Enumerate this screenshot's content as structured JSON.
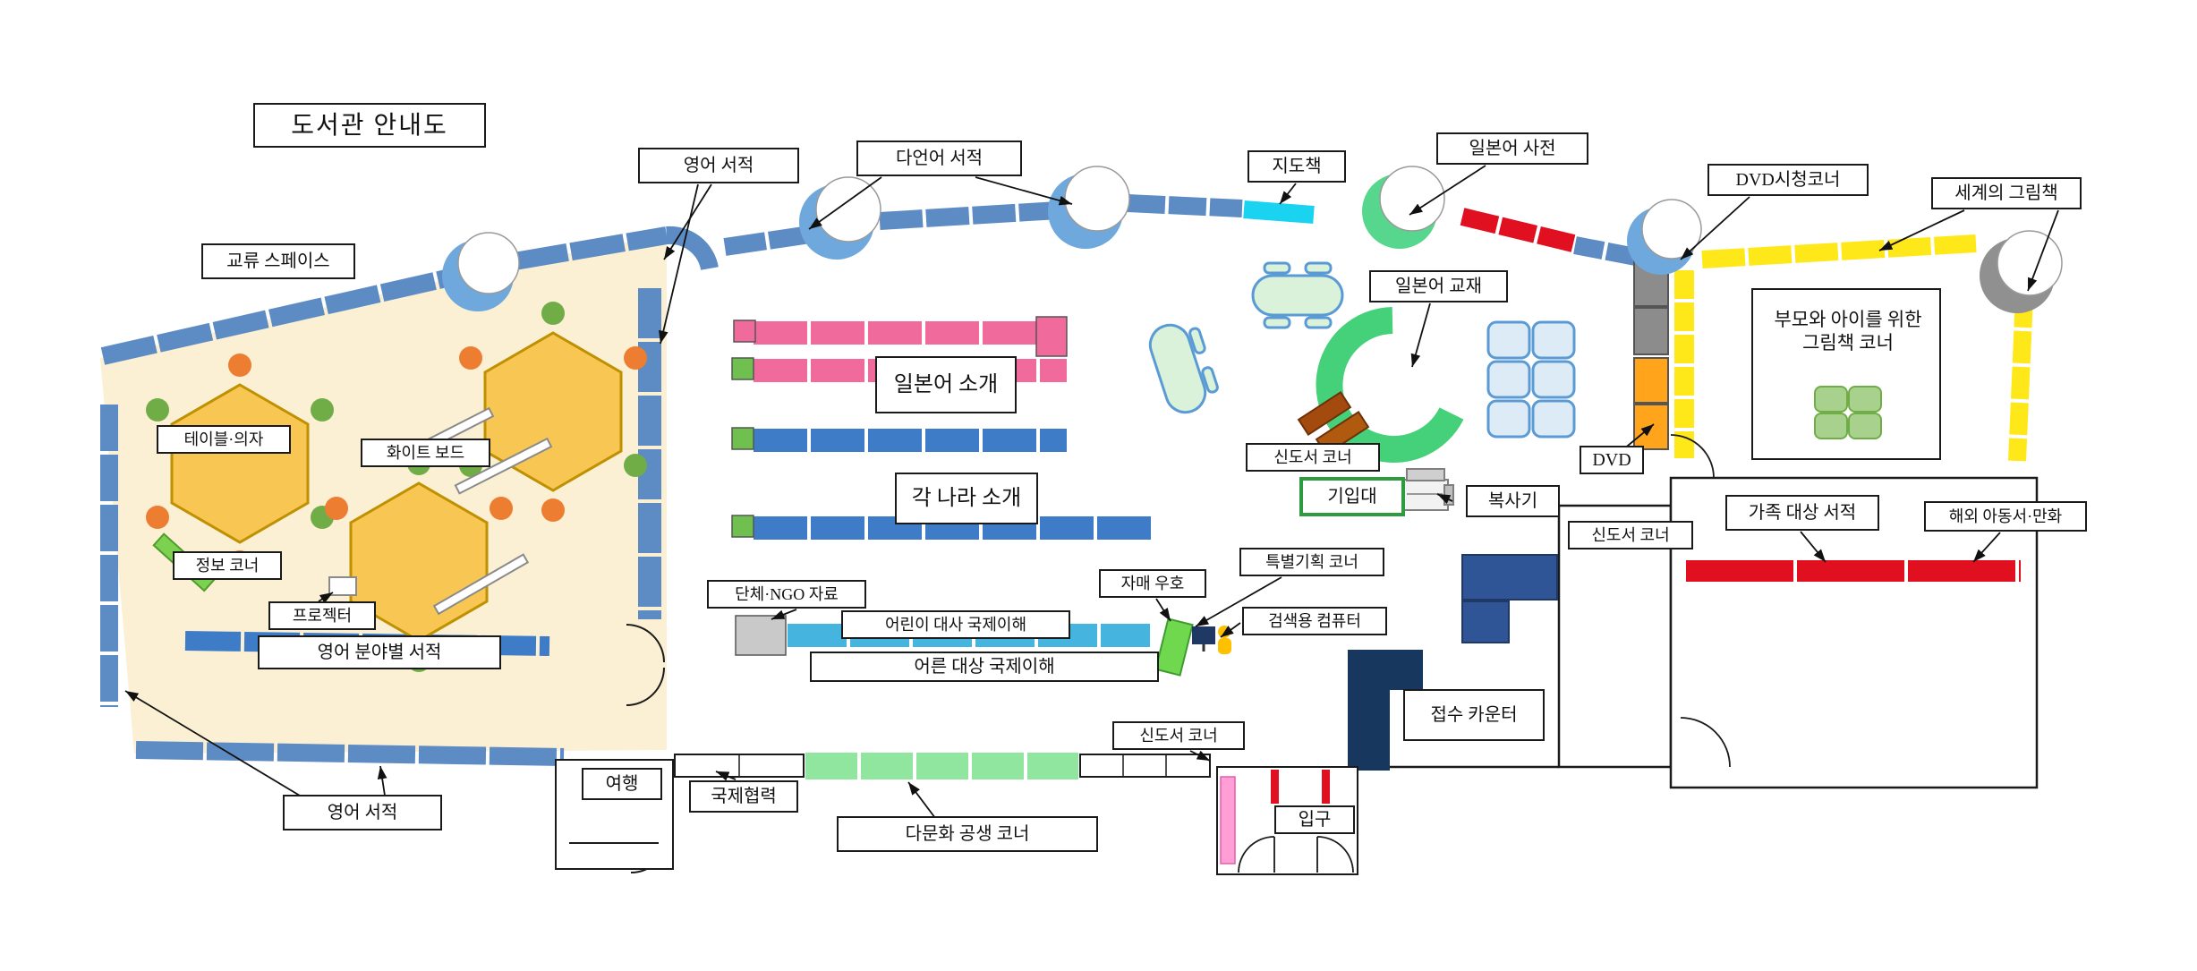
{
  "title": "도서관 안내도",
  "labels": {
    "exchange_space": "교류 스페이스",
    "english_books_top": "영어 서적",
    "multilingual_books": "다언어 서적",
    "atlas": "지도책",
    "japanese_dictionary": "일본어 사전",
    "dvd_viewing_corner": "DVD시청코너",
    "world_picture_books": "세계의 그림책",
    "japanese_textbooks": "일본어 교재",
    "picture_book_corner_parents": "부모와 아이를 위한 그림책 코너",
    "table_chairs": "테이블·의자",
    "whiteboard": "화이트 보드",
    "japanese_intro": "일본어 소개",
    "country_intro": "각 나라 소개",
    "new_books_corner_mid": "신도서 코너",
    "writing_desk": "기입대",
    "copier": "복사기",
    "dvd": "DVD",
    "new_books_corner_right": "신도서 코너",
    "family_books": "가족 대상 서적",
    "overseas_children_books": "해외 아동서·만화",
    "info_corner": "정보 코너",
    "projector": "프로젝터",
    "english_books_by_field": "영어 분야별 서적",
    "ngo_materials": "단체·NGO 자료",
    "children_ambassador": "어린이 대사 국제이해",
    "sister_friendship": "자매 우호",
    "special_corner": "특별기획 코너",
    "search_computer": "검색용 컴퓨터",
    "adult_intl": "어른 대상 국제이해",
    "new_books_corner_bottom": "신도서 코너",
    "reception_counter": "접수 카운터",
    "travel": "여행",
    "intl_cooperation": "국제협력",
    "multicultural_corner": "다문화 공생 코너",
    "english_books_bottom": "영어 서적",
    "entrance": "입구"
  },
  "colors": {
    "wall_shelf_blue": "#5D8BC4",
    "row_blue": "#3E7CC7",
    "row_light_blue": "#45B5E0",
    "pink": "#F06A9B",
    "green_row": "#90E59F",
    "yellow": "#FFE81A",
    "red": "#E01020",
    "cyan": "#19D3F0",
    "orange_shelf": "#FFA41B",
    "hexagon_table": "#F8C653",
    "chair_green": "#70AD47",
    "chair_orange": "#ED7D31",
    "navy_counter": "#17375E",
    "dark_blue_block": "#2F5597",
    "floor_beige": "#FBEFD4",
    "entrance_pink": "#FF9FD6",
    "green_curve": "#44D17A"
  }
}
